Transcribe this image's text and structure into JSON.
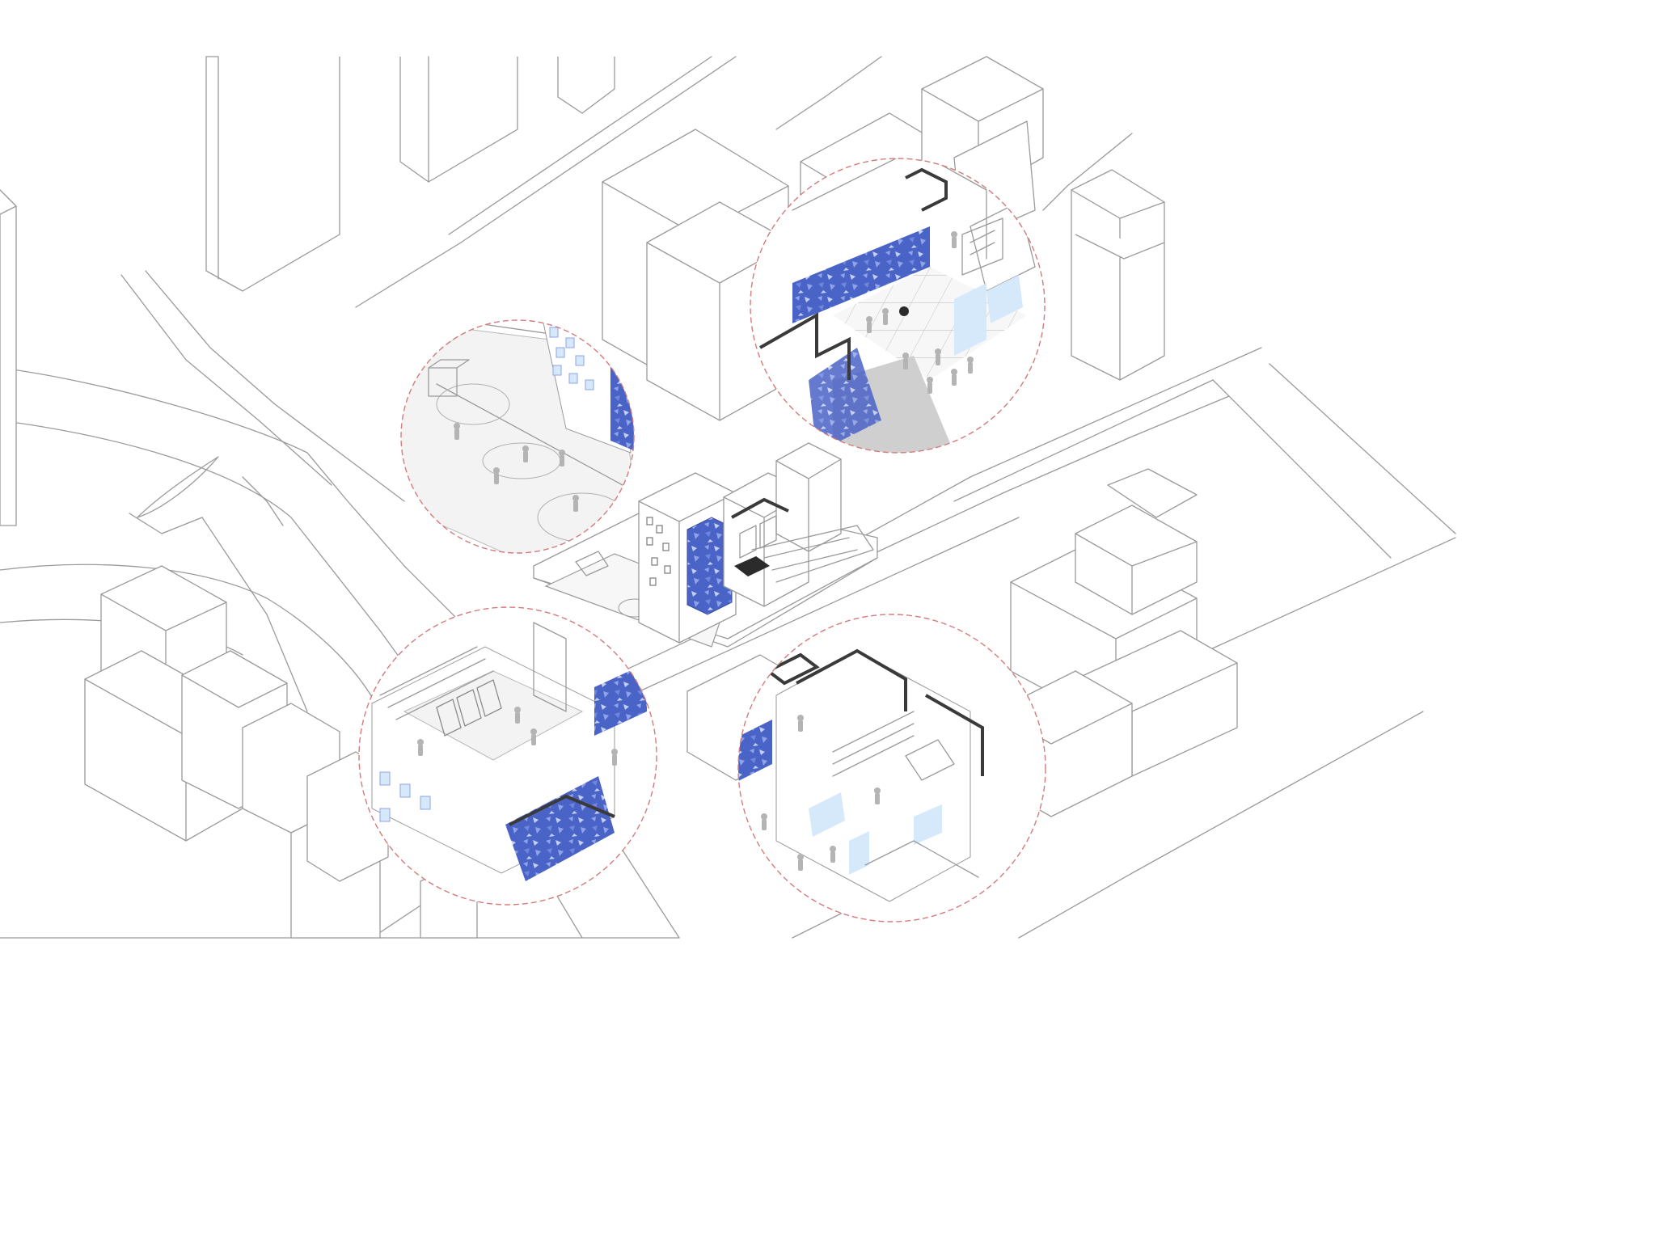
{
  "colors": {
    "background": "#ffffff",
    "line": "#9a9a9a",
    "dark_wall": "#3a3a3a",
    "facade_blue": "#4a63c6",
    "facade_blue_light": "#8fa3e6",
    "glass": "#d6e9fb",
    "floor_tint": "#f3f3f3",
    "callout_circle": "#d47b7b",
    "figure": "#b4b4b4"
  },
  "callouts": [
    {
      "id": "sports-court"
    },
    {
      "id": "upper-floor-hall"
    },
    {
      "id": "reading-room"
    },
    {
      "id": "roof-level-library"
    }
  ]
}
